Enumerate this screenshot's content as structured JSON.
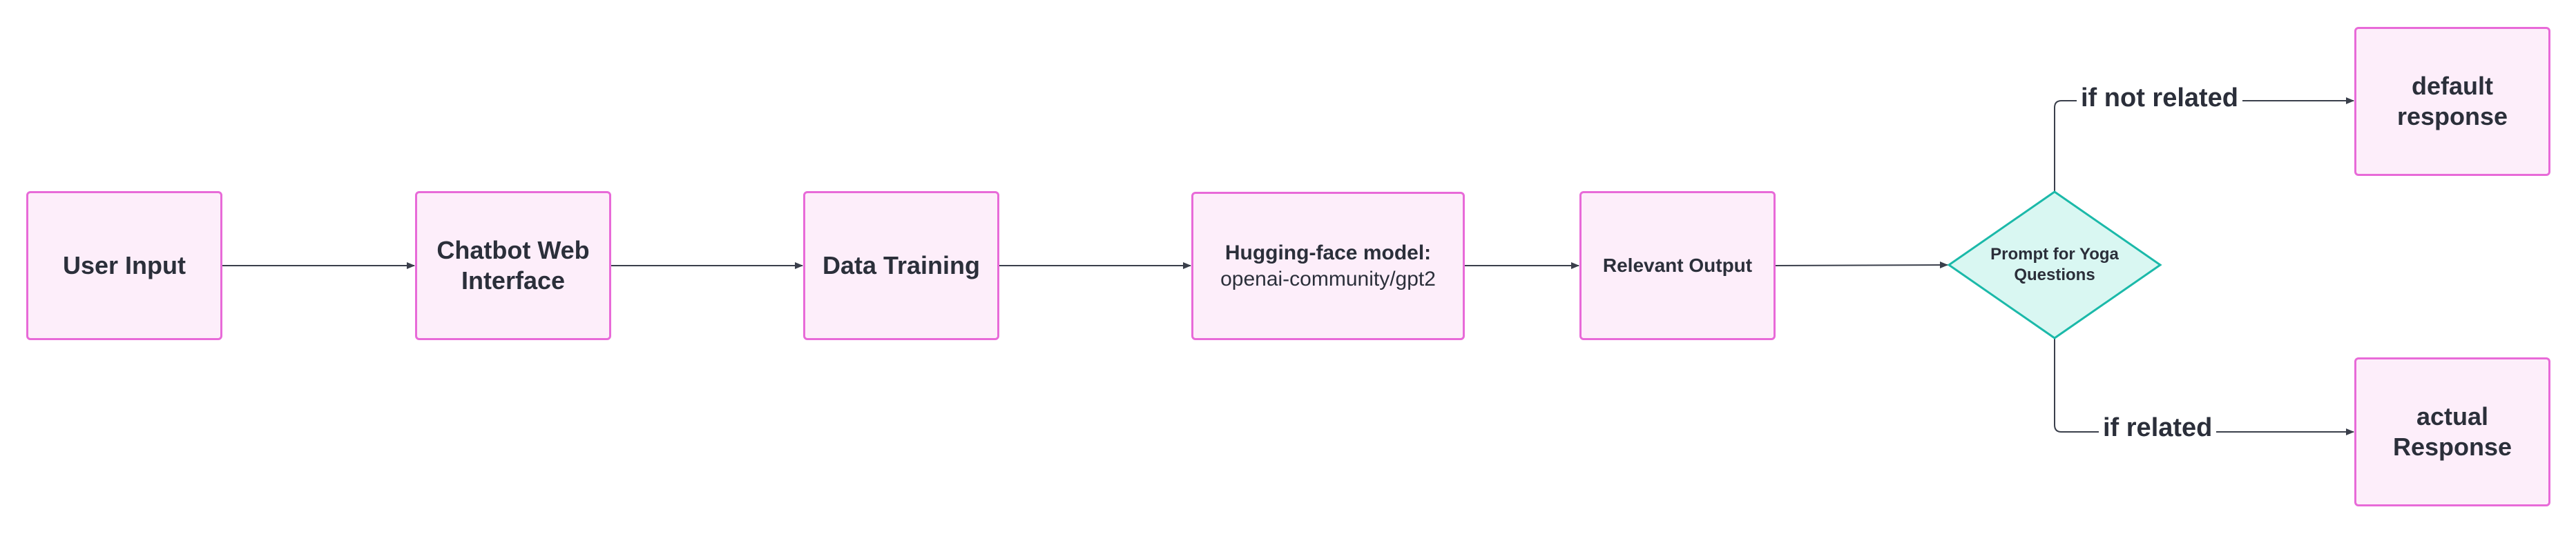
{
  "nodes": {
    "user_input": {
      "label": "User Input"
    },
    "chatbot_web_interface": {
      "line1": "Chatbot Web",
      "line2": "Interface"
    },
    "data_training": {
      "label": "Data Training"
    },
    "hugging_face_model": {
      "title": "Hugging-face model:",
      "subtitle": "openai-community/gpt2"
    },
    "relevant_output": {
      "label": "Relevant Output"
    },
    "prompt_decision": {
      "line1": "Prompt for Yoga",
      "line2": "Questions"
    },
    "default_response": {
      "line1": "default",
      "line2": "response"
    },
    "actual_response": {
      "line1": "actual",
      "line2": "Response"
    }
  },
  "edges": {
    "not_related_label": "if not related",
    "related_label": "if related"
  },
  "colors": {
    "box_fill": "#fdeefa",
    "box_border": "#e86ad8",
    "decision_fill": "#d9f7f2",
    "decision_border": "#1bb9a9",
    "connector": "#3a3f4b",
    "text": "#2b2f3a"
  }
}
